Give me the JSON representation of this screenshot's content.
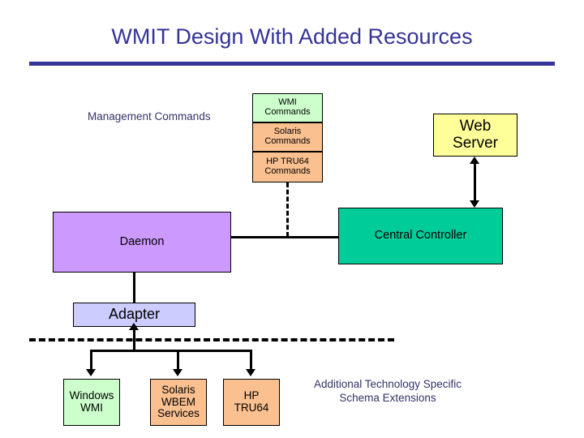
{
  "slide": {
    "title": "WMIT Design With Added Resources",
    "accent_color": "#333399",
    "background": "#ffffff"
  },
  "labels": {
    "management_commands": "Management Commands",
    "schema_extensions_line1": "Additional Technology Specific",
    "schema_extensions_line2": "Schema Extensions"
  },
  "command_stack": [
    {
      "label_line1": "WMI",
      "label_line2": "Commands",
      "color": "#CCFFCC"
    },
    {
      "label_line1": "Solaris",
      "label_line2": "Commands",
      "color": "#FAC090"
    },
    {
      "label_line1": "HP TRU64",
      "label_line2": "Commands",
      "color": "#FAC090"
    }
  ],
  "nodes": {
    "web_server": {
      "label_line1": "Web",
      "label_line2": "Server",
      "color": "#FFFF99"
    },
    "central_controller": {
      "label": "Central Controller",
      "color": "#00CC99"
    },
    "daemon": {
      "label": "Daemon",
      "color": "#CC99FF"
    },
    "adapter": {
      "label": "Adapter",
      "color": "#CCCCFF"
    }
  },
  "providers": [
    {
      "label_line1": "Windows",
      "label_line2": "WMI",
      "label_line3": "",
      "color": "#CCFFCC"
    },
    {
      "label_line1": "Solaris",
      "label_line2": "WBEM",
      "label_line3": "Services",
      "color": "#FAC090"
    },
    {
      "label_line1": "HP",
      "label_line2": "TRU64",
      "label_line3": "",
      "color": "#FAC090"
    }
  ]
}
